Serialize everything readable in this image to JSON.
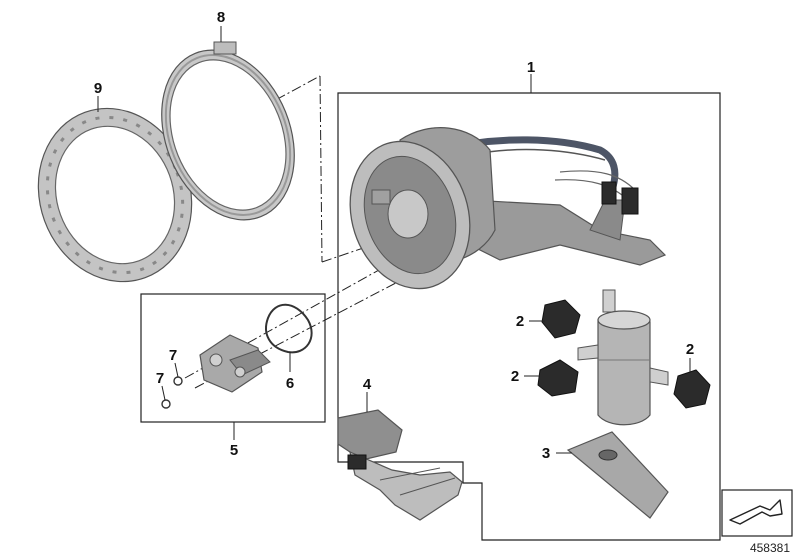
{
  "callouts": {
    "fuel_pump_assembly": "1",
    "pump_bumper_upper": "2",
    "pump_bumper_left": "2",
    "pump_bumper_right": "2",
    "pump_strainer": "3",
    "fuel_level_sensor": "4",
    "connector_kit": "5",
    "o_ring": "6",
    "screw_upper": "7",
    "screw_lower": "7",
    "retaining_ring": "8",
    "flange_ring": "9"
  },
  "document_number": "458381",
  "icons": {
    "nav": "page-arrow-icon"
  },
  "colors": {
    "part_fill": "#bdbdbd",
    "part_dark": "#8a8a8a",
    "part_outline": "#5a5a5a",
    "rubber": "#2b2b2b",
    "hose": "#4d5566",
    "frame": "#222222"
  }
}
